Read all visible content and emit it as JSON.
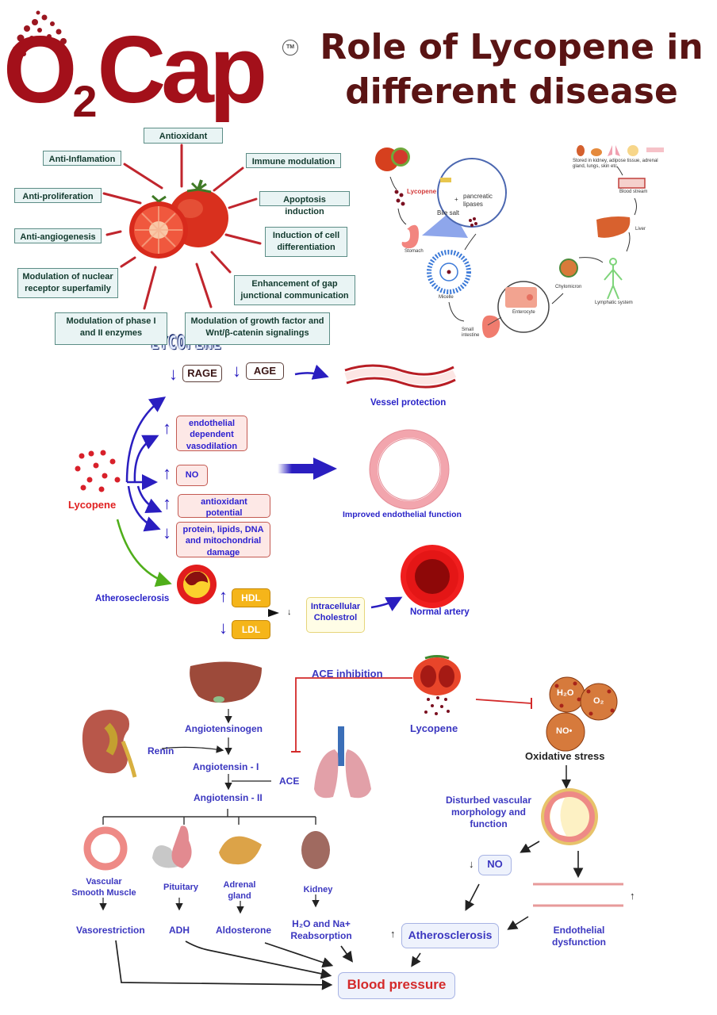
{
  "header": {
    "logo": {
      "main": "O",
      "subscript": "2",
      "rest": "Cap",
      "trademark": "TM"
    },
    "title_line1": "Role of Lycopene in",
    "title_line2": "different disease"
  },
  "effects_panel": {
    "center_label": "LYCOPENE",
    "effects": [
      "Antioxidant",
      "Anti-Inflamation",
      "Immune modulation",
      "Anti-proliferation",
      "Apoptosis induction",
      "Anti-angiogenesis",
      "Induction of cell differentiation",
      "Modulation of nuclear receptor superfamily",
      "Enhancement of gap junctional communication",
      "Modulation of phase I and II enzymes",
      "Modulation of growth factor and Wnt/β-catenin signalings"
    ]
  },
  "absorption_panel": {
    "lycopene": "Lycopene",
    "bile_salt": "Bile salt",
    "plus": "+",
    "pancreatic_lipases": "pancreatic lipases",
    "stomach": "Stomach",
    "micelle": "Micelle",
    "small_intestine": "Small intestine",
    "enterocyte": "Enterocyte",
    "chylomicron": "Chylomicron",
    "lymphatic_system": "Lymphatic system",
    "liver": "Liver",
    "blood_stream": "Blood stream",
    "stored": "Stored in kidney, adipose tissue, adrenal gland, lungs, skin etc."
  },
  "vascular_panel": {
    "lycopene": "Lycopene",
    "rage": "RAGE",
    "age": "AGE",
    "vessel_protection": "Vessel protection",
    "effects": [
      {
        "direction": "up",
        "label": "endothelial dependent vasodilation"
      },
      {
        "direction": "up",
        "label": "NO"
      },
      {
        "direction": "up",
        "label": "antioxidant potential"
      },
      {
        "direction": "down",
        "label": "protein, lipids, DNA and mitochondrial damage"
      }
    ],
    "improved_endothelial": "Improved endothelial function",
    "atherosclerosis": "Atheroseclerosis",
    "hdl": "HDL",
    "ldl": "LDL",
    "down_small": "↓",
    "intracellular_cholesterol": "Intracellular Cholestrol",
    "normal_artery": "Normal artery"
  },
  "bp_panel": {
    "ace_inhibition": "ACE inhibition",
    "lycopene": "Lycopene",
    "angiotensinogen": "Angiotensinogen",
    "renin": "Renin",
    "angiotensin_1": "Angiotensin - I",
    "ace": "ACE",
    "angiotensin_2": "Angiotensin - II",
    "organs": [
      {
        "organ": "Vascular Smooth Muscle",
        "effect": "Vasorestriction"
      },
      {
        "organ": "Pituitary",
        "effect": "ADH"
      },
      {
        "organ": "Adrenal gland",
        "effect": "Aldosterone"
      },
      {
        "organ": "Kidney",
        "effect": "H₂O and Na+ Reabsorption"
      }
    ],
    "ros": [
      "H₂O",
      "O₂",
      "NO•"
    ],
    "oxidative_stress": "Oxidative stress",
    "disturbed": "Disturbed vascular morphology and function",
    "no": "NO",
    "no_dir": "↓",
    "endothelial_dysfunction": "Endothelial dysfunction",
    "atherosclerosis": "Atherosclerosis",
    "up": "↑",
    "blood_pressure": "Blood pressure"
  },
  "colors": {
    "title": "#5a1414",
    "logo": "#a3101a",
    "effect_box_bg": "#e9f4f4",
    "connector_red": "#c0252d",
    "blue_text": "#2a24c8",
    "blood_pressure_red": "#d42a2a"
  }
}
